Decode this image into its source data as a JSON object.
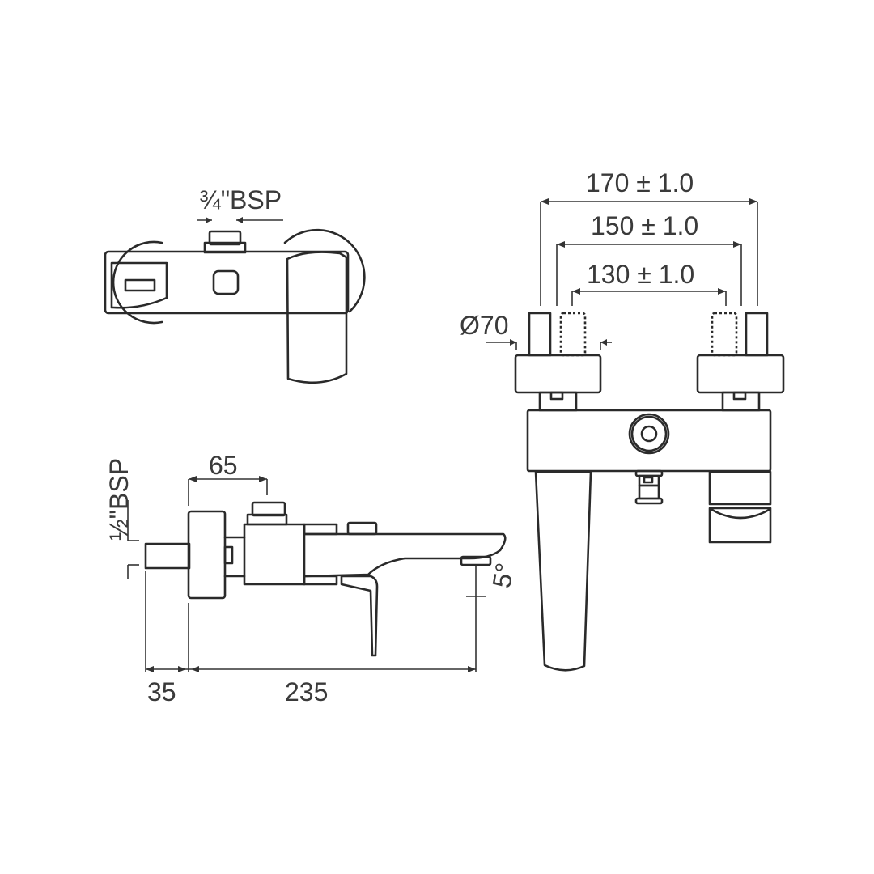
{
  "drawing": {
    "top_view": {
      "inlet_label": "¾\"BSP"
    },
    "side_view": {
      "inlet_label": "½\"BSP",
      "dim_inlet_offset": "65",
      "dim_wall_depth": "35",
      "dim_spout_reach": "235",
      "spout_angle": "5°"
    },
    "front_view": {
      "dim_outer": "170 ± 1.0",
      "dim_middle": "150 ± 1.0",
      "dim_inner": "130 ± 1.0",
      "flange_diameter": "Ø70"
    },
    "colors": {
      "line": "#2a2a2a",
      "text": "#3a3a3a",
      "background": "#ffffff"
    }
  }
}
